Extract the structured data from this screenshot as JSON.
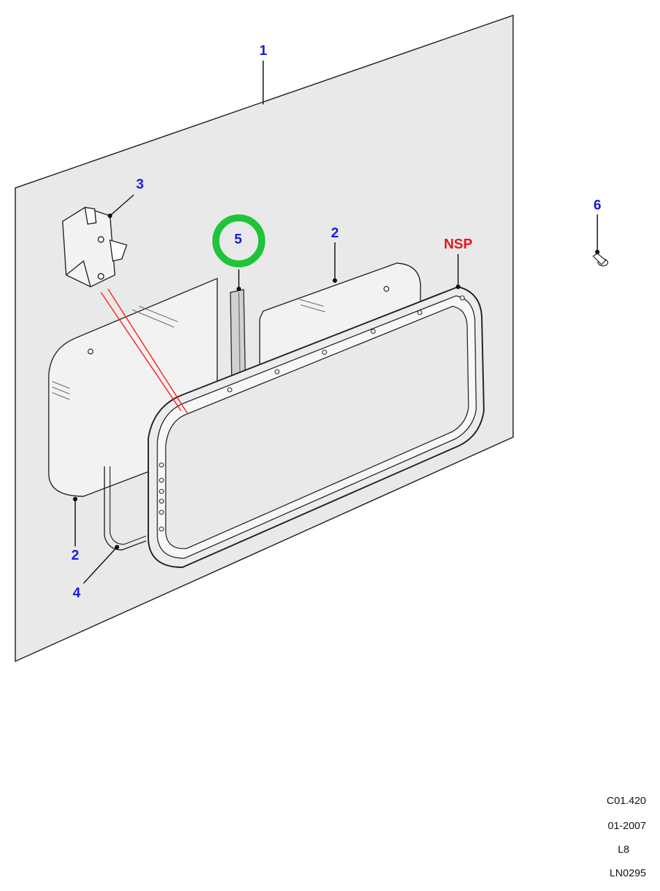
{
  "callouts": {
    "panel": "1",
    "glass_left": "2",
    "glass_right": "2",
    "catch": "3",
    "seal": "4",
    "channel": "5",
    "rivet": "6",
    "side": "NSP"
  },
  "reference": {
    "code": "C01.420",
    "date": "01-2007",
    "level": "L8",
    "illustration": "LN0295"
  },
  "colors": {
    "callout": "#1a1adc",
    "side_label": "#e8141e",
    "highlight_ring": "#1fc43a",
    "leader_red": "#ff2020"
  }
}
